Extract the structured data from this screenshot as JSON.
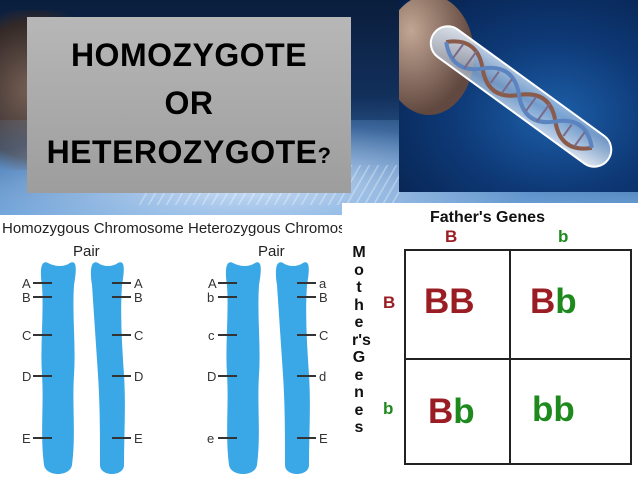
{
  "title": {
    "line1": "HOMOZYGOTE",
    "line2": "OR",
    "line3": "HETEROZYGOTE",
    "question_mark": "?"
  },
  "homozygous_panel": {
    "title": "Homozygous Chromosome",
    "subtitle": "Pair",
    "left_loci": [
      "A",
      "B",
      "C",
      "D",
      "E"
    ],
    "right_loci": [
      "A",
      "B",
      "C",
      "D",
      "E"
    ]
  },
  "heterozygous_panel": {
    "title": "Heterozygous Chromosom",
    "subtitle": "Pair",
    "left_loci": [
      "A",
      "b",
      "c",
      "D",
      "e"
    ],
    "right_loci": [
      "a",
      "B",
      "C",
      "d",
      "E"
    ]
  },
  "punnett": {
    "father_title": "Father's Genes",
    "father_alleles": [
      "B",
      "b"
    ],
    "mother_label": "Mother's Genes",
    "mother_alleles": [
      "B",
      "b"
    ],
    "cells": [
      {
        "first": "B",
        "second": "B"
      },
      {
        "first": "B",
        "second": "b"
      },
      {
        "first": "B",
        "second": "b"
      },
      {
        "first": "b",
        "second": "b"
      }
    ]
  },
  "colors": {
    "chromosome": "#3aa8e6",
    "dominant": "#9b1d24",
    "recessive": "#1e8a1e",
    "title_box": "#a9a9a9"
  }
}
